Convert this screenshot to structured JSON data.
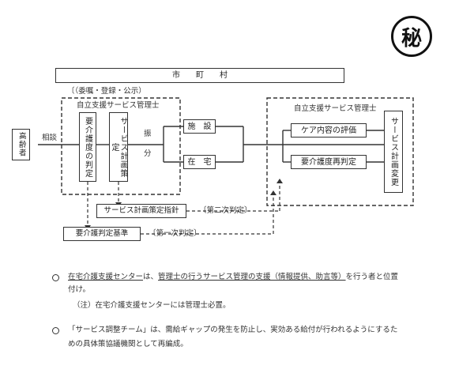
{
  "stamp": "秘",
  "header": {
    "municipality": "市　　町　　村"
  },
  "registration_note": "〔（委嘱・登録・公示）",
  "left_group": {
    "title": "自立支援サービス管理士",
    "box1": "要介護度の判定",
    "box2": "サービス計画策定"
  },
  "right_group": {
    "title": "自立支援サービス管理士",
    "eval": "ケア内容の評価",
    "rejudge": "要介護度再判定",
    "plan_change": "サービス計画変更"
  },
  "patient": "高齢者",
  "consult_label": "相談",
  "divide_label": [
    "振",
    "分"
  ],
  "facility": "施　設",
  "home": "在　宅",
  "guideline": "サービス計画策定指針",
  "criteria": "要介護判定基準",
  "second_judgment": "〔第二次判定〕",
  "first_judgment": "〔第一次判定〕",
  "notes": {
    "n1_a": "在宅介護支援センター",
    "n1_b": "は、",
    "n1_c": "管理士の行うサービス管理の支援（情報提供、助言等）",
    "n1_d": "を行う者と位置",
    "n1_e": "付け。",
    "n2": "（注）在宅介護支援センターには管理士必置。",
    "n3_a": "「サービス調整チーム」は、需給ギャップの発生を防止し、実効ある給付が行われるようにするた",
    "n3_b": "めの具体策協議機関として再編成。"
  }
}
